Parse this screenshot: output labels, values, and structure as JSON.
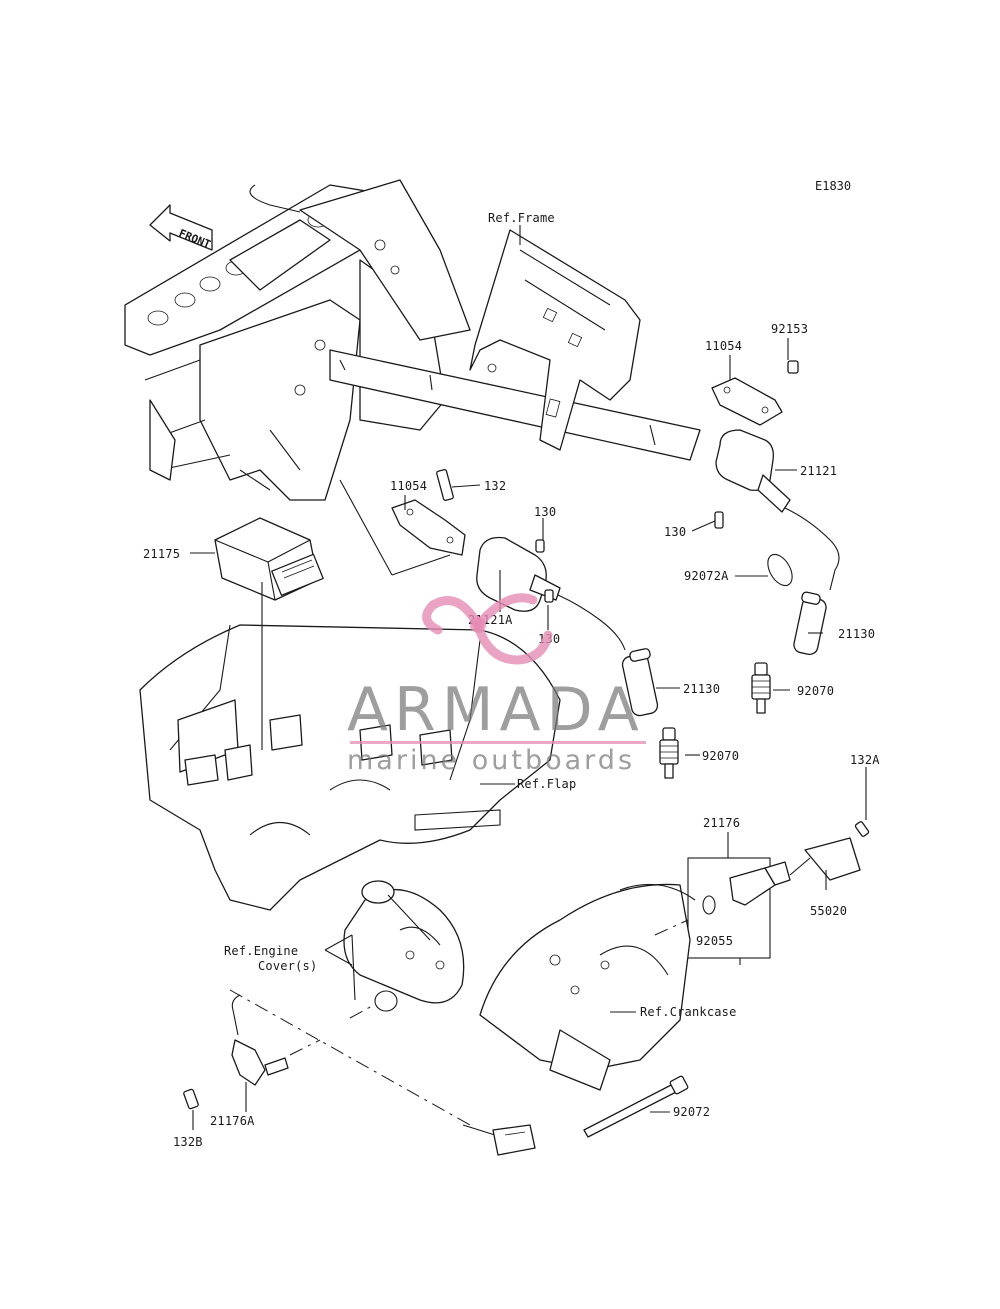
{
  "diagram_code": "E1830",
  "front_label": "FRONT",
  "watermark": {
    "brand": "ARMADA",
    "tagline": "marine outboards",
    "accent_color": "#e78fb9",
    "text_color": "#8a8a8a"
  },
  "references": {
    "frame": "Ref.Frame",
    "flap": "Ref.Flap",
    "engine_cover_line1": "Ref.Engine",
    "engine_cover_line2": "Cover(s)",
    "crankcase": "Ref.Crankcase"
  },
  "parts": {
    "p92153": "92153",
    "p11054_right": "11054",
    "p21121": "21121",
    "p130_right": "130",
    "p92072A": "92072A",
    "p21130_right": "21130",
    "p92070_right": "92070",
    "p11054_center": "11054",
    "p132": "132",
    "p130_top": "130",
    "p21121A": "21121A",
    "p130_bottom": "130",
    "p21175": "21175",
    "p21130_center": "21130",
    "p92070_center": "92070",
    "p132A": "132A",
    "p21176": "21176",
    "p55020": "55020",
    "p92055": "92055",
    "p92072": "92072",
    "p21176A": "21176A",
    "p132B": "132B"
  }
}
